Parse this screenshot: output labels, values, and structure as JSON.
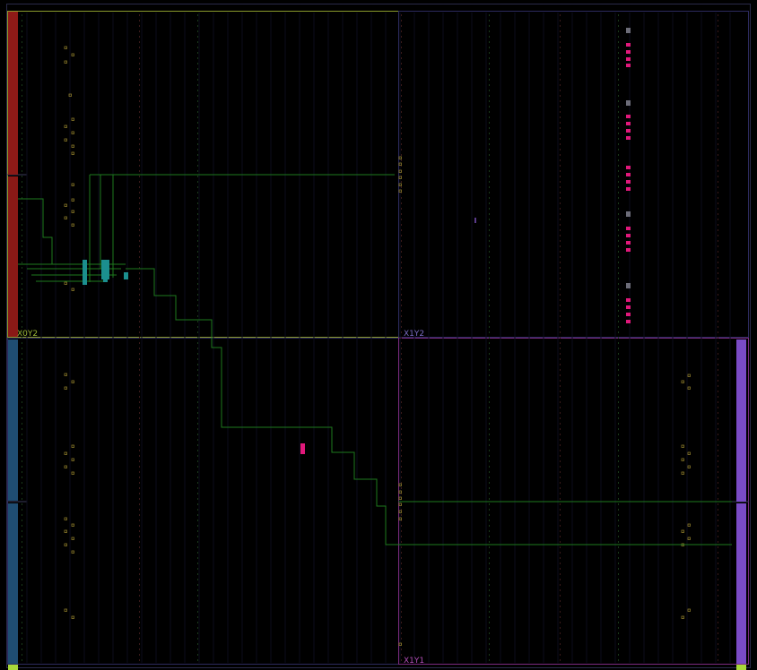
{
  "regions": [
    {
      "id": "X0Y2",
      "label": "X0Y2",
      "color": "#9bb536"
    },
    {
      "id": "X1Y2",
      "label": "X1Y2",
      "color": "#7a6bc2"
    },
    {
      "id": "X1Y1",
      "label": "X1Y1",
      "color": "#b14fb7"
    }
  ],
  "colors": {
    "background": "#000000",
    "region_x0y2_border": "#7f8f2a",
    "region_x1y2_border": "#34306a",
    "region_lower_border": "#34306a",
    "region_x1y1_border": "#8c2f8f",
    "io_red": "#8e1a17",
    "io_blue": "#1f4d72",
    "io_purple": "#7a4bc6",
    "io_green": "#a8d83a",
    "routing_green": "#1e7a1e",
    "placed_cyan": "#1b8f8f",
    "placed_magenta": "#e0187a",
    "gray_tile": "#6c6c78",
    "cell_yellow": "#8a7a2a"
  },
  "icons": {
    "io-bank": "io-bank-icon",
    "placed-cell": "placed-cell-icon",
    "route-net": "route-net-icon"
  }
}
